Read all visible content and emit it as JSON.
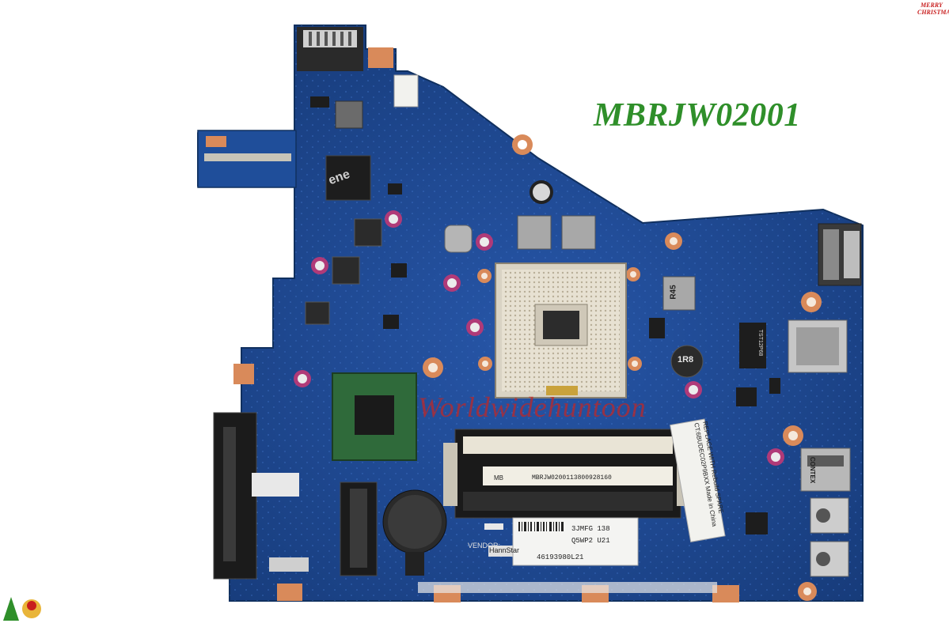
{
  "image": {
    "title": "MBRJW02001",
    "watermark": "Worldwidehuntoon",
    "corner_badge": {
      "line1": "MERRY",
      "line2": "CHRISTMAS"
    },
    "labels": {
      "ene_chip": "ene",
      "vendor_label": "VENDOR:",
      "vendor_name": "HannStar",
      "serial_sticker": "MBRJW0200113800928160",
      "serial_prefix": "MB",
      "barcode_line1": "3JMFG 138",
      "barcode_line2": "Q5WP2 U21",
      "barcode_line3": "46193980L21",
      "replace_sticker_line1": "REPLACE WITH Rebuild SPARE",
      "replace_sticker_line2": "CT:6BUDEC02P9BXX Made in China",
      "inductor_1r8": "1R8",
      "inductor_r45": "R45",
      "contex": "CONTEX",
      "lan_transformer": "TST12P68"
    },
    "colors": {
      "board": "#1f4e9a",
      "board_dark": "#173e80",
      "title": "#2f8f2a",
      "watermark": "#be2828",
      "pad": "#d98a5a",
      "socket": "#e9e4d8"
    }
  }
}
